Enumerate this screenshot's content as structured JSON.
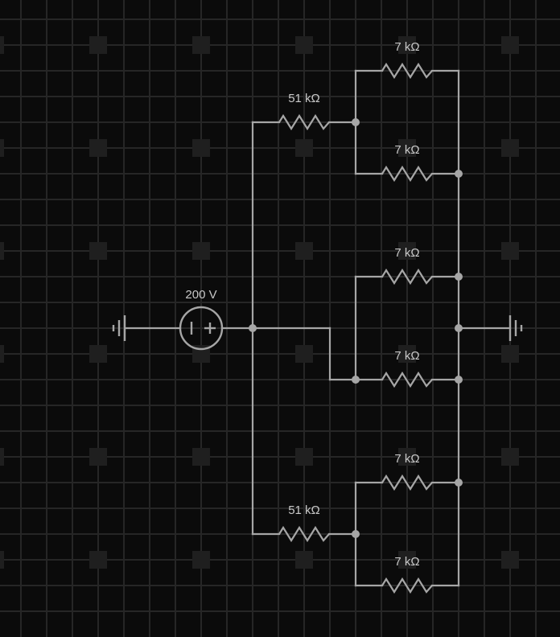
{
  "circuit": {
    "source": {
      "label": "200 V"
    },
    "resistors": [
      {
        "label": "7 kΩ"
      },
      {
        "label": "51 kΩ"
      },
      {
        "label": "7 kΩ"
      },
      {
        "label": "7 kΩ"
      },
      {
        "label": "7 kΩ"
      },
      {
        "label": "7 kΩ"
      },
      {
        "label": "51 kΩ"
      },
      {
        "label": "7 kΩ"
      }
    ]
  },
  "colors": {
    "background": "#0b0b0b",
    "grid_line": "#262626",
    "grid_dot": "#1f1f1f",
    "wire": "#a6a6a6",
    "label": "#c8c8c8"
  },
  "icons": [
    "ground-icon",
    "dc-voltage-source-icon",
    "resistor-icon",
    "junction-node"
  ]
}
